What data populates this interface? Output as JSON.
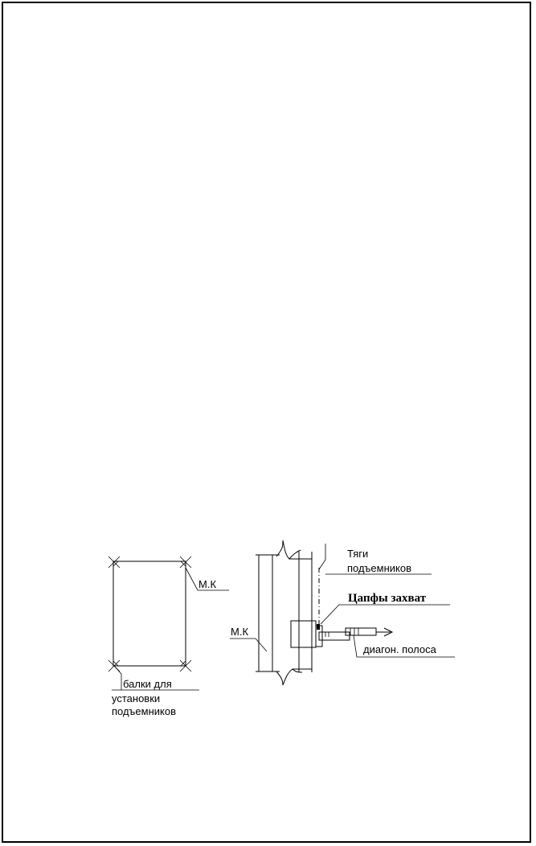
{
  "diagram": {
    "left_view": {
      "frame_label": "М.К",
      "beam_label_line1": "балки для",
      "beam_label_line2": "установки",
      "beam_label_line3": "подъемников"
    },
    "right_view": {
      "frame_label": "М.К",
      "rods_label_line1": "Тяги",
      "rods_label_line2": "подъемников",
      "trunnion_label": "Цапфы захват",
      "strip_label": "диагон. полоса"
    }
  }
}
